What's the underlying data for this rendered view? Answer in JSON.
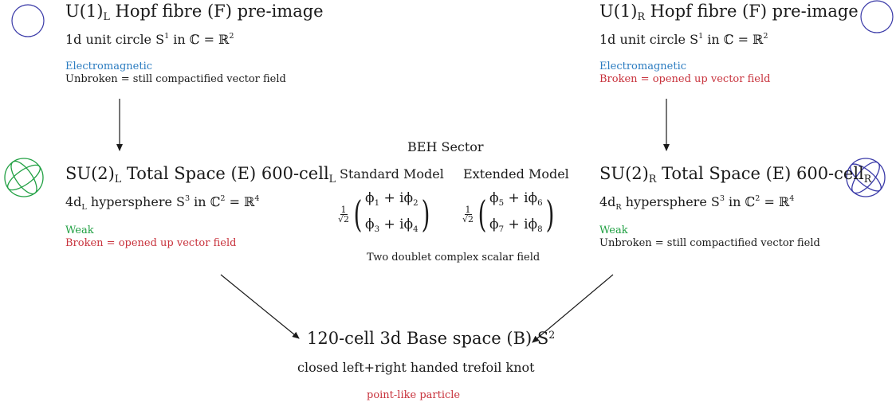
{
  "left_top": {
    "title_prefix": "U(1)",
    "title_sub": "L",
    "title_rest": " Hopf fibre (F) pre-image",
    "line2_prefix": "1d unit circle S",
    "line2_sup": "1",
    "line2_rest": " in ℂ = ℝ",
    "line2_sup2": "2",
    "force": "Electromagnetic",
    "status": "Unbroken = still compactified vector field"
  },
  "right_top": {
    "title_prefix": "U(1)",
    "title_sub": "R",
    "title_rest": " Hopf fibre (F) pre-image",
    "line2_prefix": "1d unit circle S",
    "line2_sup": "1",
    "line2_rest": " in ℂ = ℝ",
    "line2_sup2": "2",
    "force": "Electromagnetic",
    "status": "Broken = opened up vector field"
  },
  "left_mid": {
    "title_prefix": "SU(2)",
    "title_sub": "L",
    "title_mid": " Total Space (E)  600-cell",
    "title_sub2": "L",
    "line2_prefix": "4d",
    "line2_sub": "L",
    "line2_mid": " hypersphere S",
    "line2_sup": "3",
    "line2_mid2": " in ℂ",
    "line2_sup2": "2",
    "line2_mid3": " = ℝ",
    "line2_sup3": "4",
    "force": "Weak",
    "status": "Broken = opened up vector field"
  },
  "right_mid": {
    "title_prefix": "SU(2)",
    "title_sub": "R",
    "title_mid": " Total Space (E)  600-cell",
    "title_sub2": "R",
    "line2_prefix": "4d",
    "line2_sub": "R",
    "line2_mid": " hypersphere S",
    "line2_sup": "3",
    "line2_mid2": " in ℂ",
    "line2_sup2": "2",
    "line2_mid3": " = ℝ",
    "line2_sup3": "4",
    "force": "Weak",
    "status": "Unbroken = still compactified vector field"
  },
  "beh": {
    "title": "BEH Sector",
    "standard_label": "Standard Model",
    "extended_label": "Extended Model",
    "frac_num": "1",
    "frac_den": "√2",
    "std_row1_a": "ϕ",
    "std_row1_a_sub": "1",
    "std_row1_b": " + iϕ",
    "std_row1_b_sub": "2",
    "std_row2_a": "ϕ",
    "std_row2_a_sub": "3",
    "std_row2_b": " + iϕ",
    "std_row2_b_sub": "4",
    "ext_row1_a": "ϕ",
    "ext_row1_a_sub": "5",
    "ext_row1_b": " + iϕ",
    "ext_row1_b_sub": "6",
    "ext_row2_a": "ϕ",
    "ext_row2_a_sub": "7",
    "ext_row2_b": " + iϕ",
    "ext_row2_b_sub": "8",
    "caption": "Two doublet complex scalar field"
  },
  "base": {
    "title": "120-cell 3d Base space (B) S",
    "title_sup": "2",
    "line2": "closed left+right handed trefoil knot",
    "line3": "point-like particle"
  },
  "colors": {
    "blue": "#2a7bc0",
    "red": "#c8323c",
    "green": "#21a043",
    "circle": "#3a3aa8",
    "sphere": "#21a043"
  }
}
